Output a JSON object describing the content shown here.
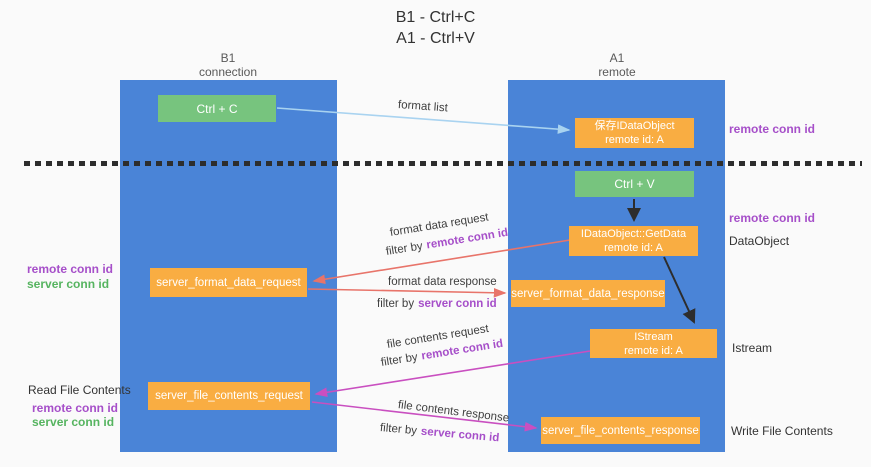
{
  "title": {
    "line1": "B1 - Ctrl+C",
    "line2": "A1 - Ctrl+V"
  },
  "columns": {
    "left": {
      "header_line1": "B1",
      "header_line2": "connection"
    },
    "right": {
      "header_line1": "A1",
      "header_line2": "remote"
    }
  },
  "nodes": {
    "ctrl_c": "Ctrl + C",
    "ctrl_v": "Ctrl + V",
    "save_idataobject": {
      "line1": "保存IDataObject",
      "line2": "remote id: A"
    },
    "getdata": {
      "line1": "IDataObject::GetData",
      "line2": "remote id: A"
    },
    "istream": {
      "line1": "IStream",
      "line2": "remote id: A"
    },
    "format_request": "server_format_data_request",
    "format_response": "server_format_data_response",
    "file_request": "server_file_contents_request",
    "file_response": "server_file_contents_response"
  },
  "edge_labels": {
    "format_list": "format list",
    "format_data_request": "format data request",
    "format_data_response": "format data response",
    "file_contents_request": "file contents request",
    "file_contents_response": "file contents response",
    "filter_by": "filter by",
    "remote_conn_id": "remote conn id",
    "server_conn_id": "server conn id"
  },
  "side_labels": {
    "remote_conn_id_top": "remote conn id",
    "remote_conn_id_mid": "remote conn id",
    "dataobject": "DataObject",
    "istream": "Istream",
    "write_file_contents": "Write File Contents",
    "read_file_contents": "Read File Contents",
    "left_remote_conn_id": "remote conn id",
    "left_server_conn_id": "server conn id",
    "bottom_remote_conn_id": "remote conn id",
    "bottom_server_conn_id": "server conn id"
  },
  "colors": {
    "background": "#fafafa",
    "column_blue": "#4a84d7",
    "node_green": "#77c47e",
    "node_orange": "#f9ad42",
    "accent_purple": "#a64fc9",
    "accent_green": "#56b460",
    "arrow_salmon": "#e8746a",
    "arrow_magenta": "#c94fc0",
    "arrow_lightblue": "#a9d3f0",
    "arrow_black": "#2d2d2d"
  }
}
